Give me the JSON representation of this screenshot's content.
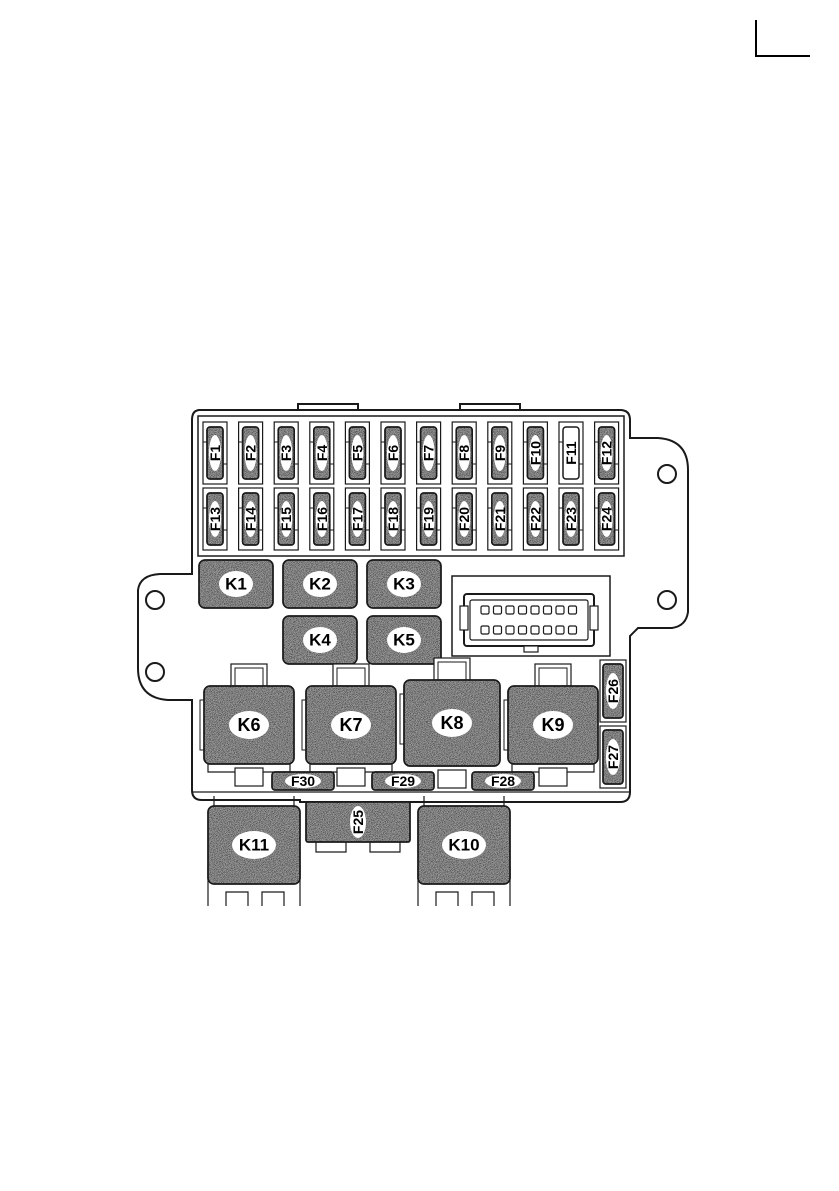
{
  "diagram": {
    "fuses_row1": [
      "F1",
      "F2",
      "F3",
      "F4",
      "F5",
      "F6",
      "F7",
      "F8",
      "F9",
      "F10",
      "F11",
      "F12"
    ],
    "fuses_row2": [
      "F13",
      "F14",
      "F15",
      "F16",
      "F17",
      "F18",
      "F19",
      "F20",
      "F21",
      "F22",
      "F23",
      "F24"
    ],
    "relays_small": [
      "K1",
      "K2",
      "K3",
      "K4",
      "K5"
    ],
    "relays_large": [
      "K6",
      "K7",
      "K8",
      "K9"
    ],
    "relays_bottom": [
      "K11",
      "K10"
    ],
    "fuses_side": [
      "F26",
      "F27"
    ],
    "fuses_horizontal": [
      "F30",
      "F29",
      "F28"
    ],
    "fuse_bottom": "F25",
    "colors": {
      "outline": "#1a1a1a",
      "fill": "#9a9a9a"
    }
  }
}
